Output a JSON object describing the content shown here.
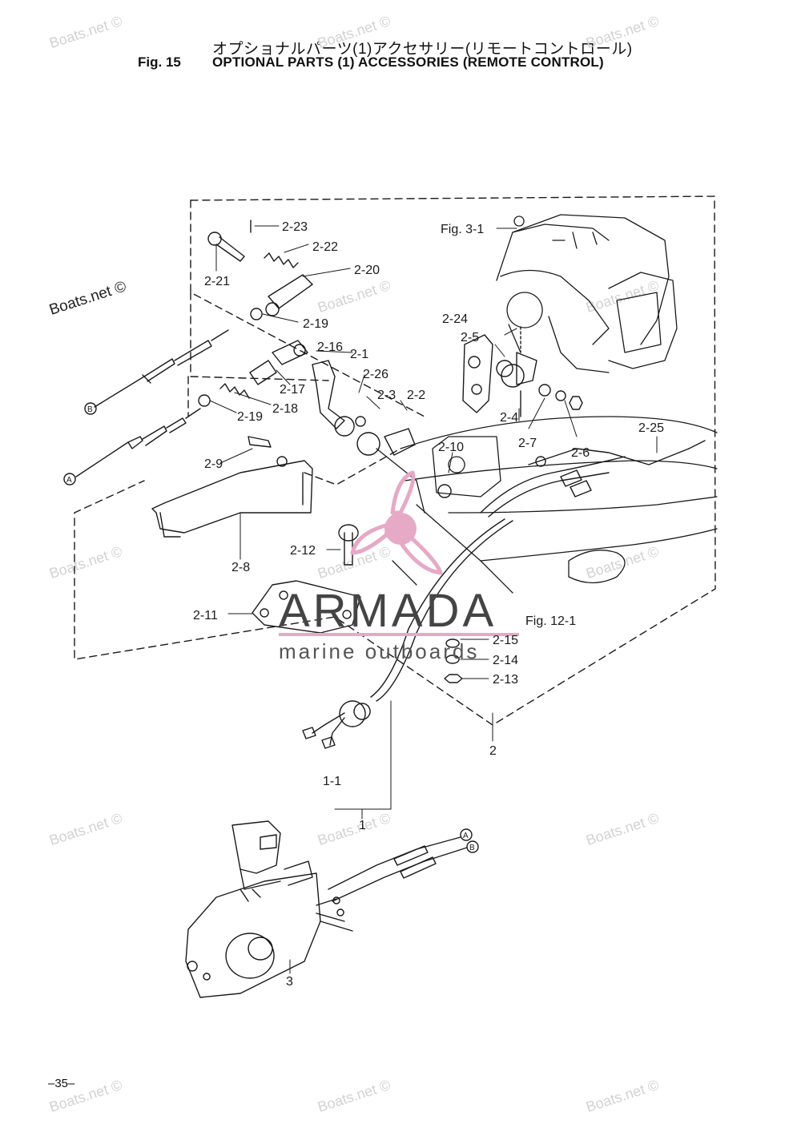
{
  "header": {
    "title_jp": "オプショナルパーツ(1)アクセサリー(リモートコントロール)",
    "fig_number": "Fig. 15",
    "title_en": "OPTIONAL PARTS (1) ACCESSORIES (REMOTE CONTROL)"
  },
  "labels": {
    "p2_23": "2-23",
    "p2_22": "2-22",
    "p2_20": "2-20",
    "p2_21": "2-21",
    "fig3_1": "Fig. 3-1",
    "p2_19a": "2-19",
    "p2_24": "2-24",
    "p2_5": "2-5",
    "p2_16": "2-16",
    "p2_1": "2-1",
    "p2_26": "2-26",
    "p2_17": "2-17",
    "p2_3": "2-3",
    "p2_2": "2-2",
    "p2_18": "2-18",
    "p2_19b": "2-19",
    "p2_4": "2-4",
    "p2_7": "2-7",
    "p2_6": "2-6",
    "p2_25": "2-25",
    "p2_10": "2-10",
    "p2_9": "2-9",
    "p2_12": "2-12",
    "p2_8": "2-8",
    "p2_11": "2-11",
    "fig12_1": "Fig. 12-1",
    "p2_15": "2-15",
    "p2_14": "2-14",
    "p2_13": "2-13",
    "p2": "2",
    "p1_1": "1-1",
    "p1": "1",
    "p3": "3",
    "circle_a": "A",
    "circle_b": "B"
  },
  "logo": {
    "name": "ARMADA",
    "tagline": "marine outboards"
  },
  "watermarks": {
    "text": "Boats.net ©"
  },
  "footer": {
    "page": "–35–"
  },
  "colors": {
    "ink": "#1a1a1a",
    "logo_pink": "#e6a9c6",
    "logo_text": "#444444",
    "watermark": "#d2d2d2"
  }
}
